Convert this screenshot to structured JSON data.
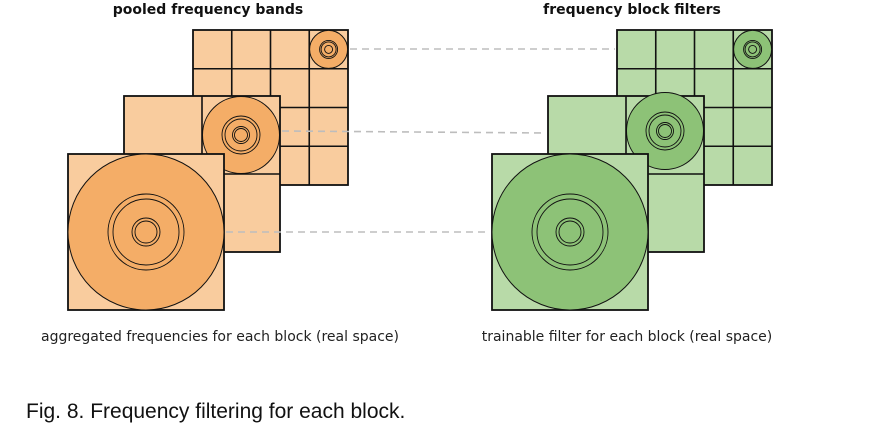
{
  "headers": {
    "left": "pooled frequency bands",
    "right": "frequency block filters"
  },
  "subtitles": {
    "left": "aggregated frequencies for each block (real space)",
    "right": "trainable filter for each block (real space)"
  },
  "caption": "Fig. 8. Frequency filtering for each block.",
  "colors": {
    "orange_fill": "#f9cc9e",
    "orange_circle": "#f4ad67",
    "green_fill": "#b8daa8",
    "green_circle": "#8dc277",
    "stroke": "#111111",
    "dash": "#bdbdbd"
  }
}
